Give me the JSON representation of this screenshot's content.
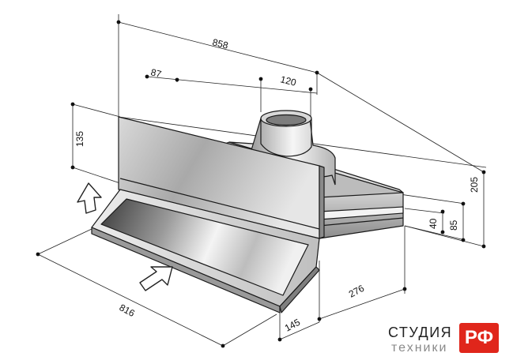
{
  "dimensions": {
    "overall_width": "858",
    "duct_offset": "87",
    "duct_diameter": "120",
    "front_panel_height": "135",
    "total_height": "205",
    "body_height": "85",
    "lower_height": "40",
    "depth": "276",
    "panel_depth": "145",
    "front_width": "816"
  },
  "brand": {
    "line1": "СТУДИЯ",
    "line2": "техники",
    "badge": "РФ"
  },
  "colors": {
    "badge_red": "#e0261b",
    "line": "#1a1a1a",
    "steel_light": "#f2f2f2",
    "steel_dark": "#6e6e6e"
  }
}
